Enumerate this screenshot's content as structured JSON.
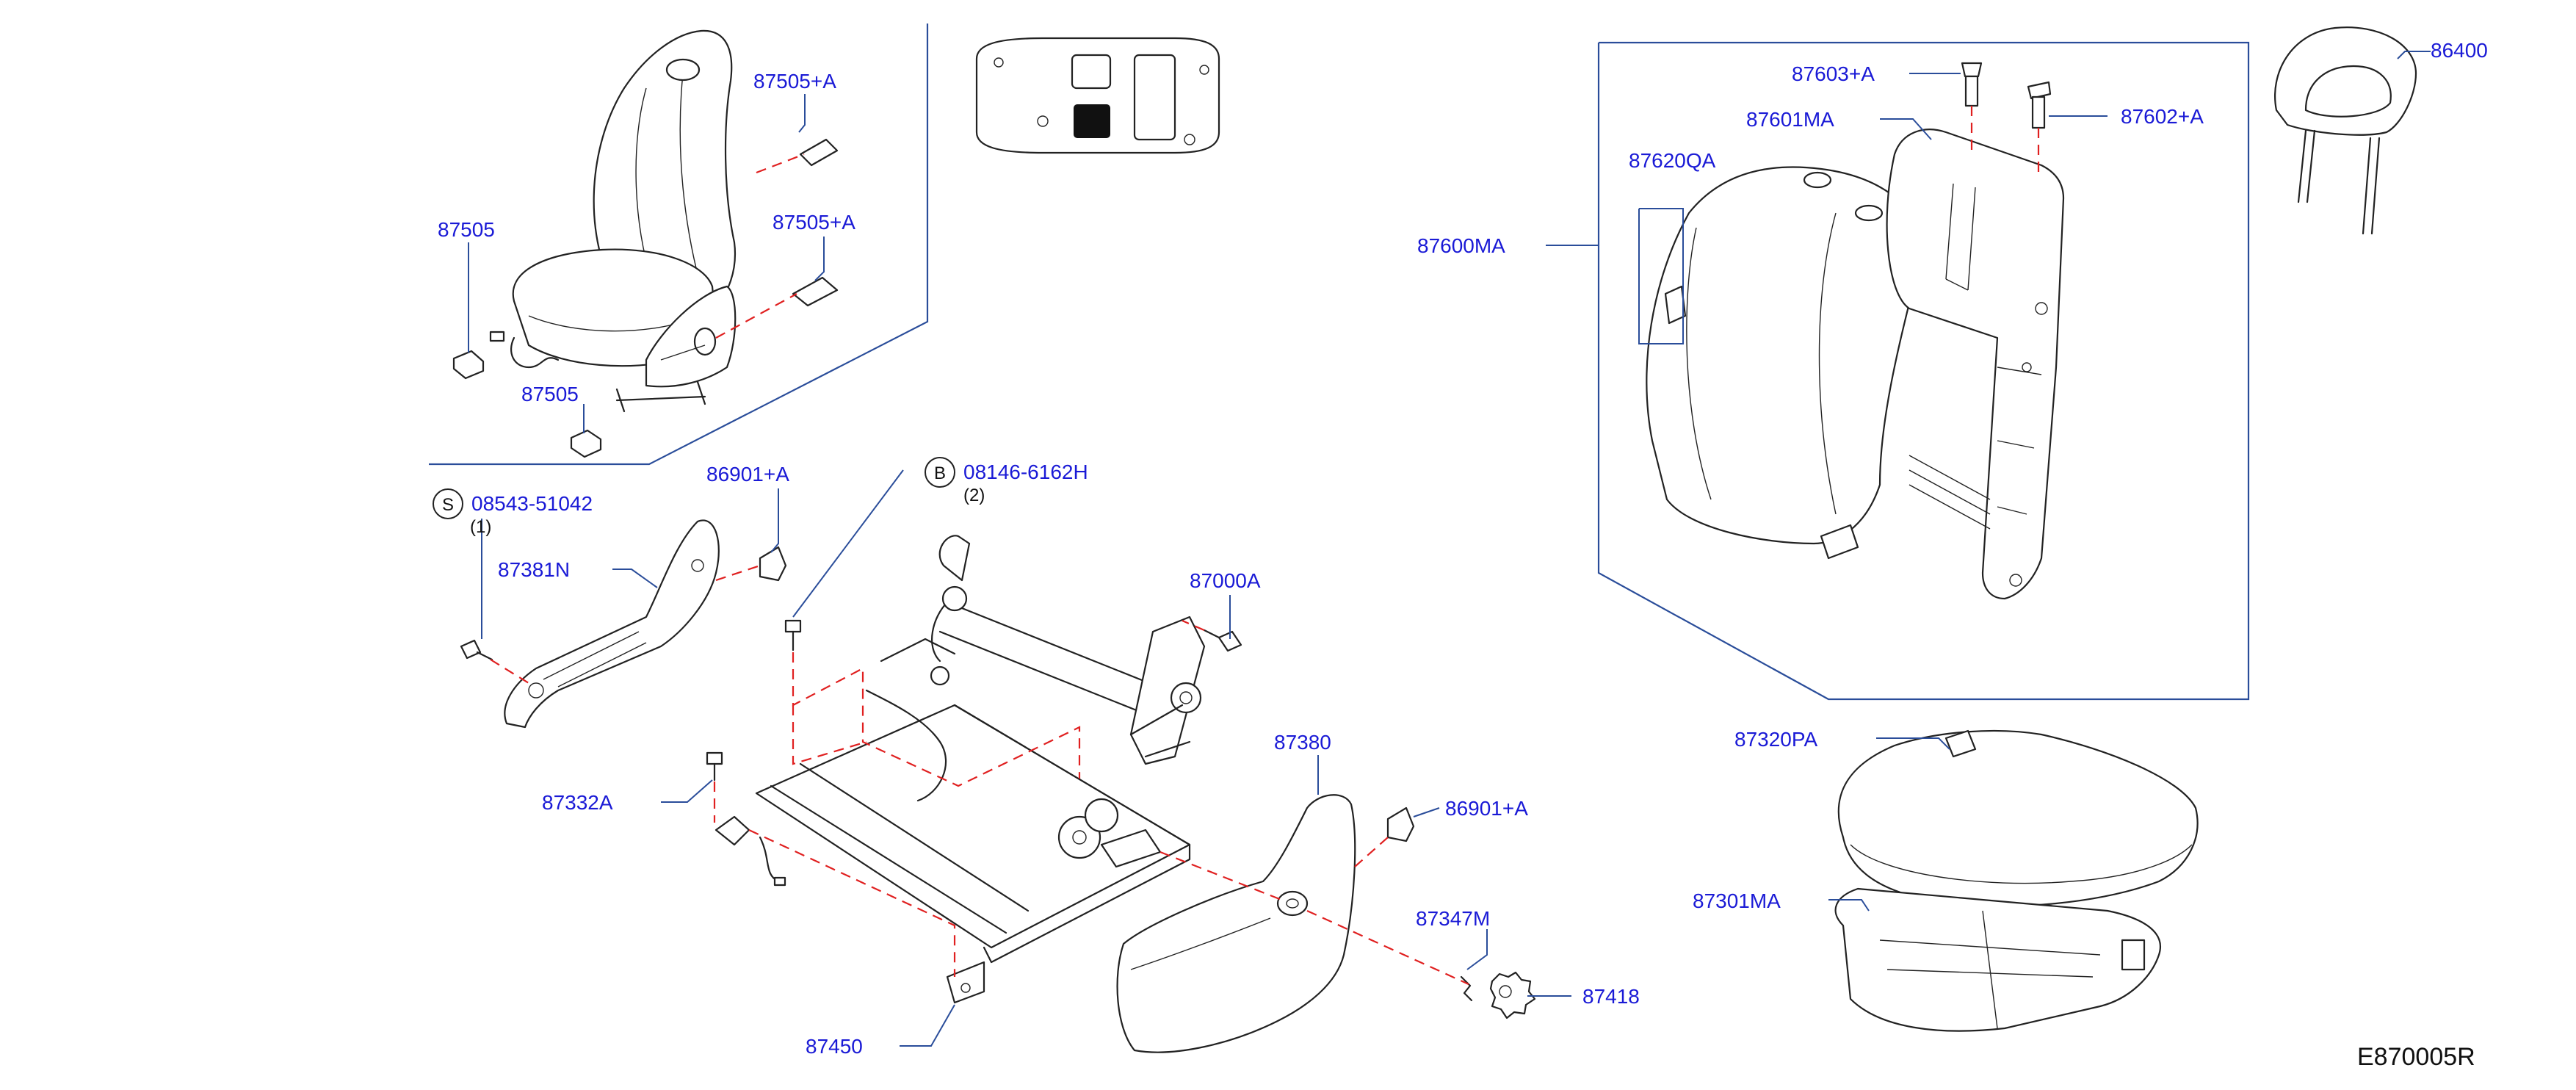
{
  "diagram": {
    "code": "E870005R",
    "callouts": [
      {
        "id": "c1",
        "text": "87505+A"
      },
      {
        "id": "c2",
        "text": "87505"
      },
      {
        "id": "c3",
        "text": "87505+A"
      },
      {
        "id": "c4",
        "text": "87505"
      },
      {
        "id": "c5",
        "text": "86901+A"
      },
      {
        "id": "c6",
        "text": "08543-51042"
      },
      {
        "id": "c7",
        "text": "87381N"
      },
      {
        "id": "c8",
        "text": "08146-6162H"
      },
      {
        "id": "c9",
        "text": "87000A"
      },
      {
        "id": "c10",
        "text": "87332A"
      },
      {
        "id": "c11",
        "text": "87380"
      },
      {
        "id": "c12",
        "text": "86901+A"
      },
      {
        "id": "c13",
        "text": "87347M"
      },
      {
        "id": "c14",
        "text": "87418"
      },
      {
        "id": "c15",
        "text": "87450"
      },
      {
        "id": "c16",
        "text": "87603+A"
      },
      {
        "id": "c17",
        "text": "87601MA"
      },
      {
        "id": "c18",
        "text": "87602+A"
      },
      {
        "id": "c19",
        "text": "87620QA"
      },
      {
        "id": "c20",
        "text": "87600MA"
      },
      {
        "id": "c21",
        "text": "86400"
      },
      {
        "id": "c22",
        "text": "87320PA"
      },
      {
        "id": "c23",
        "text": "87301MA"
      }
    ],
    "qty_notes": {
      "s_bolt": "(1)",
      "b_bolt": "(2)"
    },
    "symbols": {
      "s": "S",
      "b": "B"
    }
  }
}
